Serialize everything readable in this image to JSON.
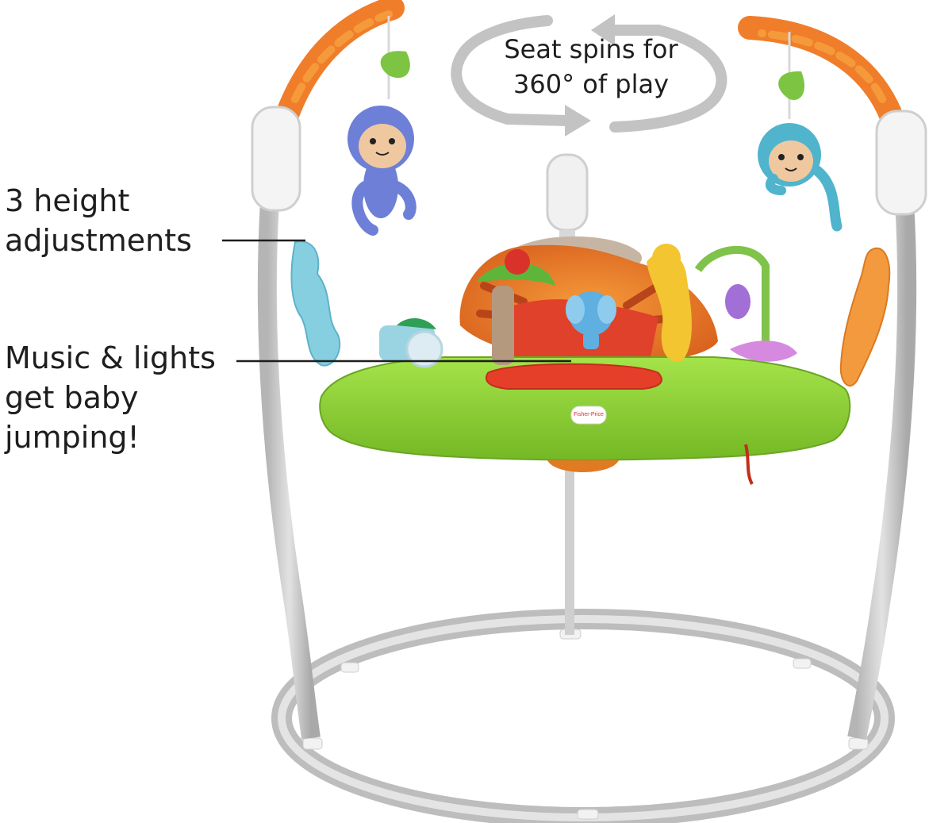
{
  "callouts": {
    "height": {
      "line1": "3 height",
      "line2": "adjustments"
    },
    "music": {
      "line1": "Music & lights",
      "line2": "get baby",
      "line3": "jumping!"
    },
    "spin": {
      "line1": "Seat spins for",
      "line2": "360° of play"
    }
  },
  "logo": {
    "text": "Fisher-Price"
  },
  "colors": {
    "tray_green": "#8cd435",
    "frame_gray": "#c9c9c9",
    "tiger_orange": "#f07d2a",
    "monkey_blue": "#6d7fd6",
    "monkey_teal": "#4fb4cc",
    "text": "#1e1e1e",
    "arrow_gray": "#c3c3c3"
  }
}
